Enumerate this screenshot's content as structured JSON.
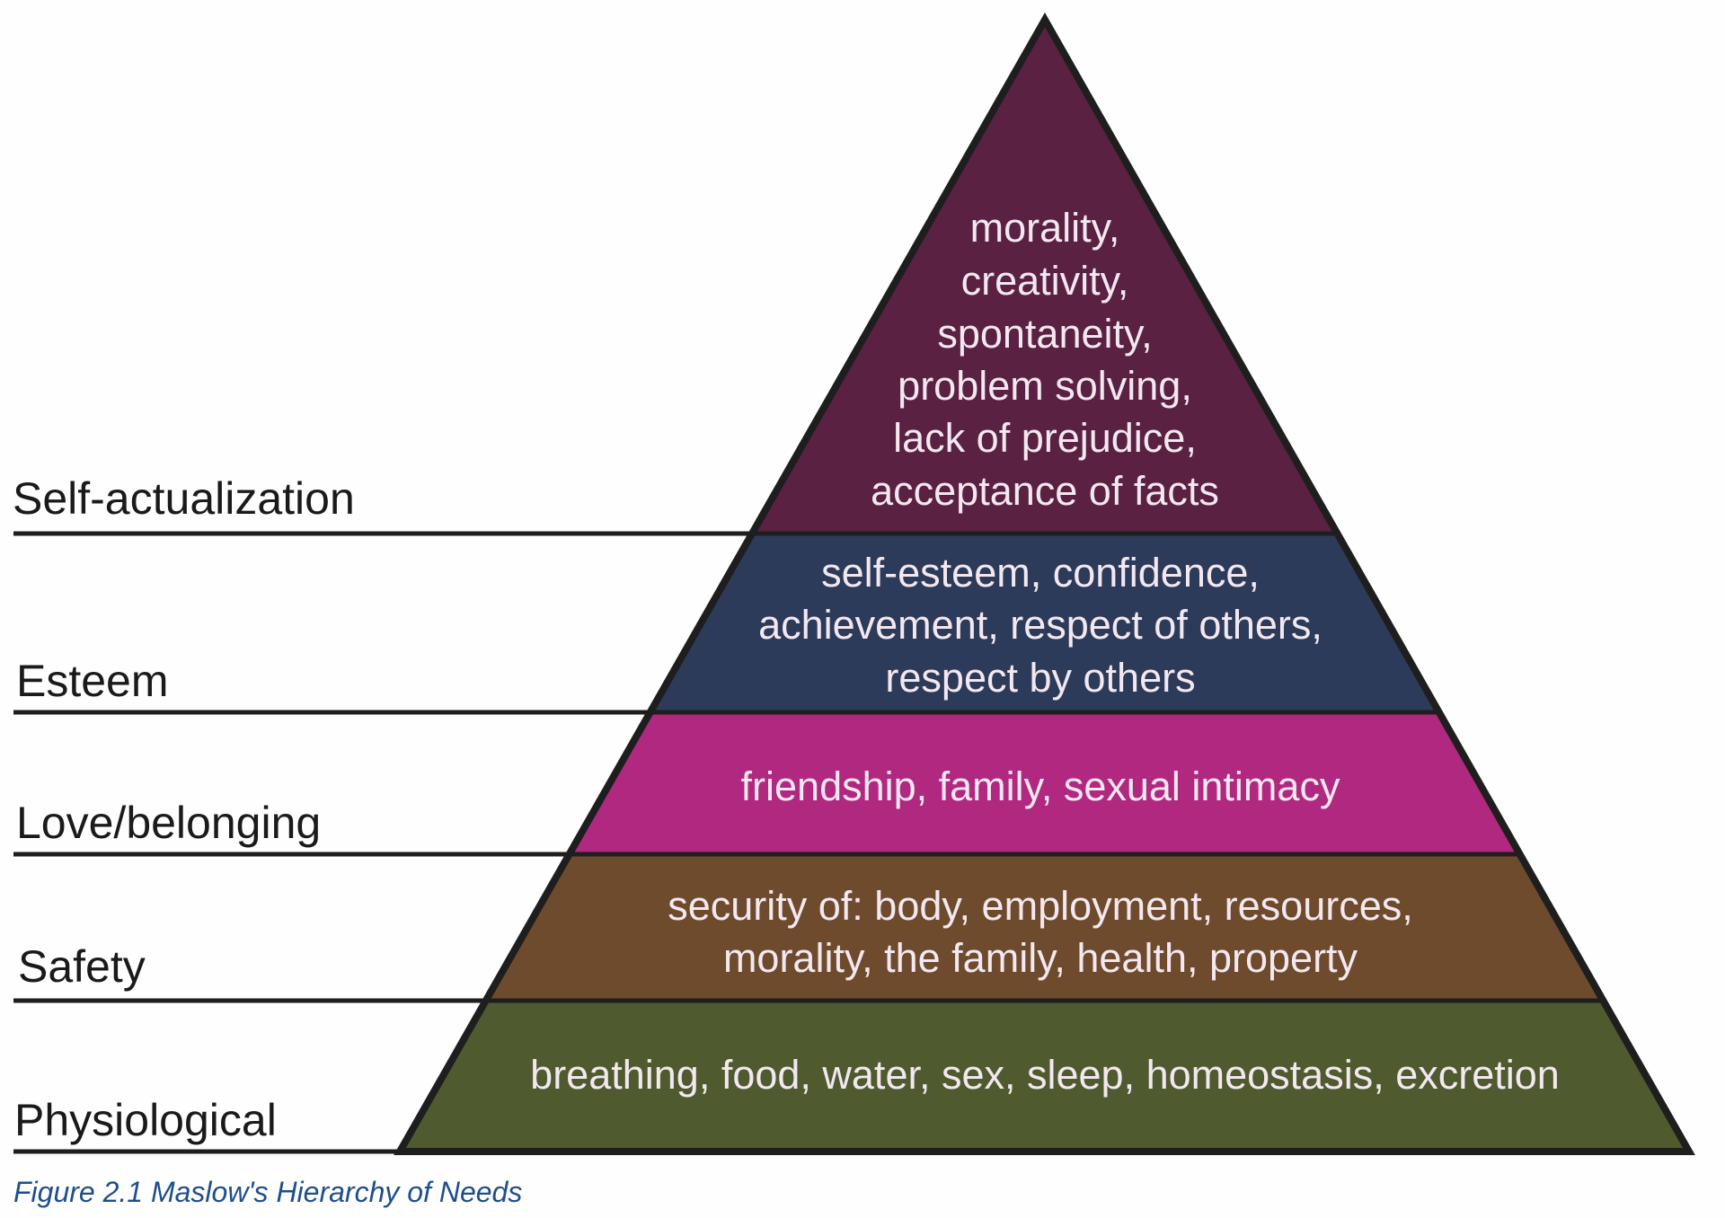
{
  "diagram": {
    "title": "Maslow's Hierarchy of Needs",
    "levels": [
      {
        "label": "Self-actualization",
        "color": "#5a2142",
        "lines": [
          "morality,",
          "creativity,",
          "spontaneity,",
          "problem solving,",
          "lack of prejudice,",
          "acceptance of facts"
        ]
      },
      {
        "label": "Esteem",
        "color": "#2d3b5b",
        "lines": [
          "self-esteem, confidence,",
          "achievement, respect of others,",
          "respect by others"
        ]
      },
      {
        "label": "Love/belonging",
        "color": "#b0287f",
        "lines": [
          "friendship, family, sexual intimacy"
        ]
      },
      {
        "label": "Safety",
        "color": "#6e4b2d",
        "lines": [
          "security of: body, employment, resources,",
          "morality, the family, health, property"
        ]
      },
      {
        "label": "Physiological",
        "color": "#4f5a2f",
        "lines": [
          "breathing, food, water, sex, sleep, homeostasis, excretion"
        ]
      }
    ]
  },
  "caption": "Figure 2.1 Maslow's Hierarchy of Needs"
}
